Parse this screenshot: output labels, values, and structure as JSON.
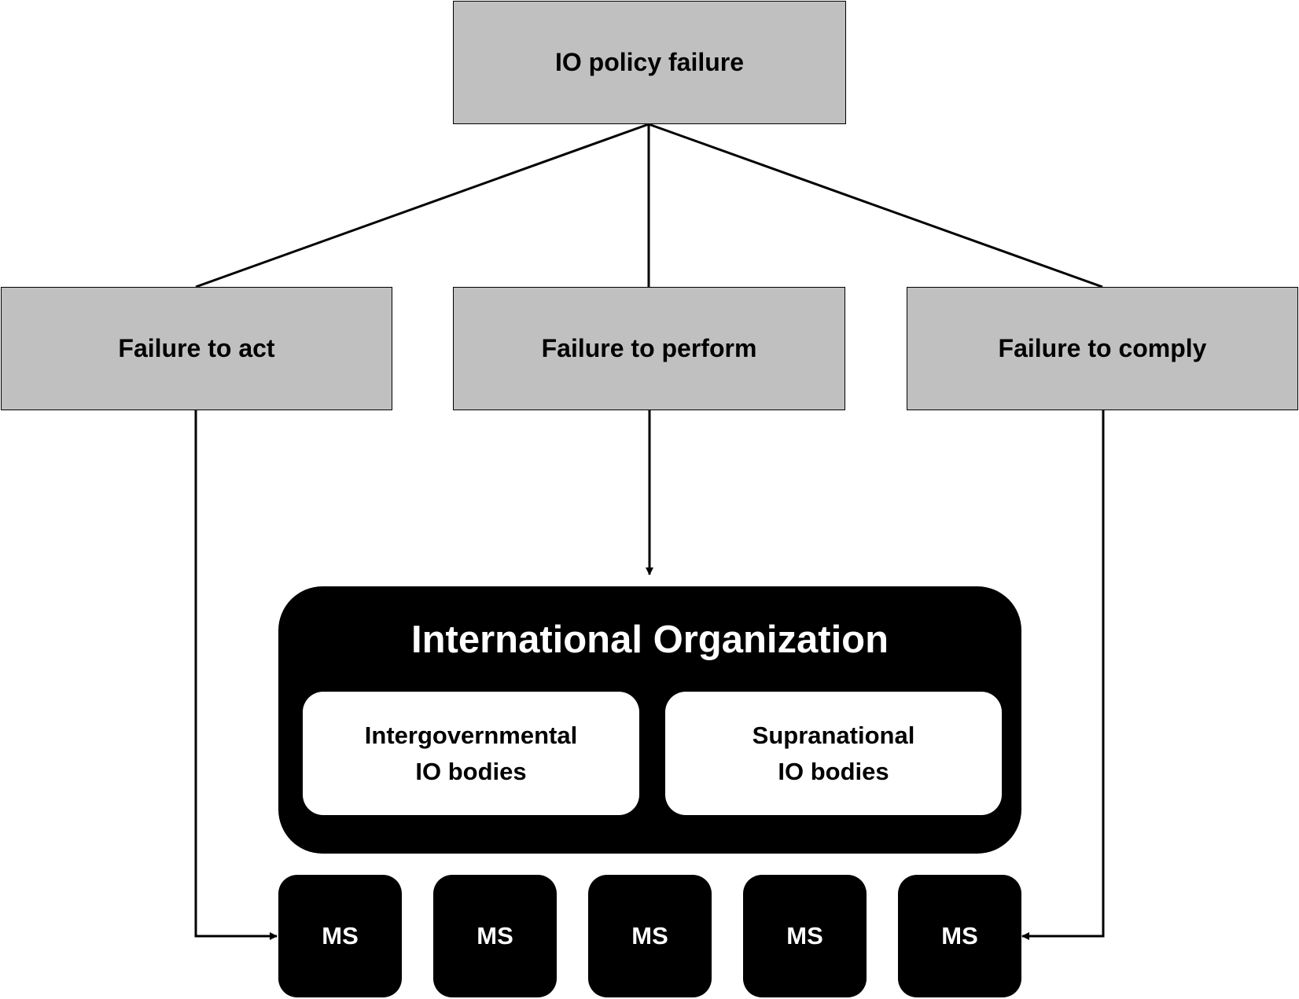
{
  "root": {
    "label": "IO policy failure"
  },
  "failures": [
    {
      "label": "Failure to act"
    },
    {
      "label": "Failure to perform"
    },
    {
      "label": "Failure to comply"
    }
  ],
  "organization": {
    "title": "International Organization",
    "bodies": [
      {
        "line1": "Intergovernmental",
        "line2": "IO bodies"
      },
      {
        "line1": "Supranational",
        "line2": "IO bodies"
      }
    ]
  },
  "member_states": [
    {
      "label": "MS"
    },
    {
      "label": "MS"
    },
    {
      "label": "MS"
    },
    {
      "label": "MS"
    },
    {
      "label": "MS"
    }
  ],
  "colors": {
    "box_fill": "#c0c0c0",
    "dark_fill": "#000000",
    "light_text": "#ffffff",
    "line": "#000000"
  }
}
